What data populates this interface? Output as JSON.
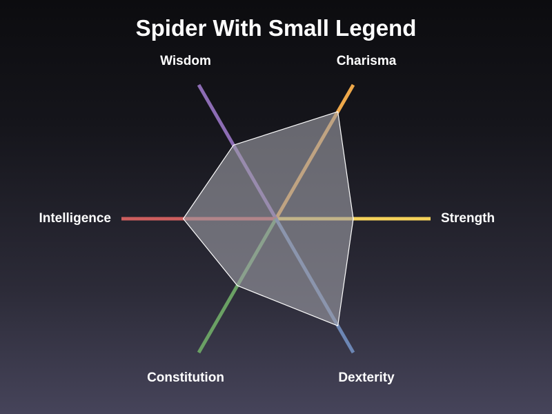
{
  "chart_data": {
    "type": "radar",
    "title": "Spider With Small Legend",
    "axes": [
      {
        "name": "Strength",
        "color": "#f5d25a"
      },
      {
        "name": "Charisma",
        "color": "#eea84a"
      },
      {
        "name": "Wisdom",
        "color": "#8c6cb4"
      },
      {
        "name": "Intelligence",
        "color": "#cd5e5e"
      },
      {
        "name": "Constitution",
        "color": "#6aa064"
      },
      {
        "name": "Dexterity",
        "color": "#6c86b4"
      }
    ],
    "series": [
      {
        "values": [
          0.5,
          0.8,
          0.55,
          0.6,
          0.5,
          0.8
        ],
        "fill": "#a0a0a8",
        "stroke": "#ffffff"
      }
    ],
    "range": [
      0,
      1
    ]
  }
}
